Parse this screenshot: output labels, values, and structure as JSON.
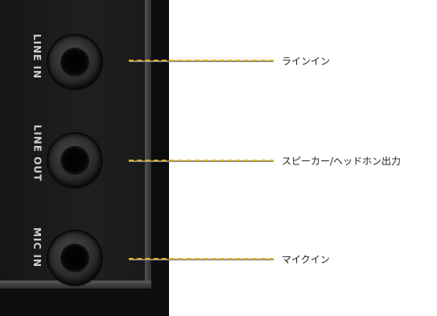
{
  "jacks": [
    {
      "panel_label": "LINE IN",
      "callout": "ラインイン"
    },
    {
      "panel_label": "LINE OUT",
      "callout": "スピーカー/ヘッドホン出力"
    },
    {
      "panel_label": "MIC IN",
      "callout": "マイクイン"
    }
  ],
  "colors": {
    "leader": "#e7b411",
    "panel": "#1b1b1b",
    "label_text": "#cfcfcf"
  }
}
